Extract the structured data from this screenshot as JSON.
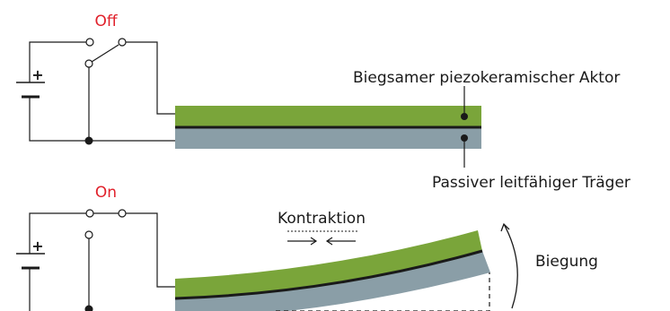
{
  "top_circuit": {
    "switch_label": "Off",
    "switch_state": "open"
  },
  "bottom_circuit": {
    "switch_label": "On",
    "switch_state": "closed"
  },
  "labels": {
    "actuator": "Biegsamer piezokeramischer Aktor",
    "carrier": "Passiver leitfähiger Träger",
    "contraction": "Kontraktion",
    "bending": "Biegung"
  },
  "battery_symbol": "+",
  "colors": {
    "actuator": "#7aa53a",
    "carrier": "#8a9ea7",
    "switch_label": "#e0202a",
    "wire": "#1a1a1a"
  }
}
